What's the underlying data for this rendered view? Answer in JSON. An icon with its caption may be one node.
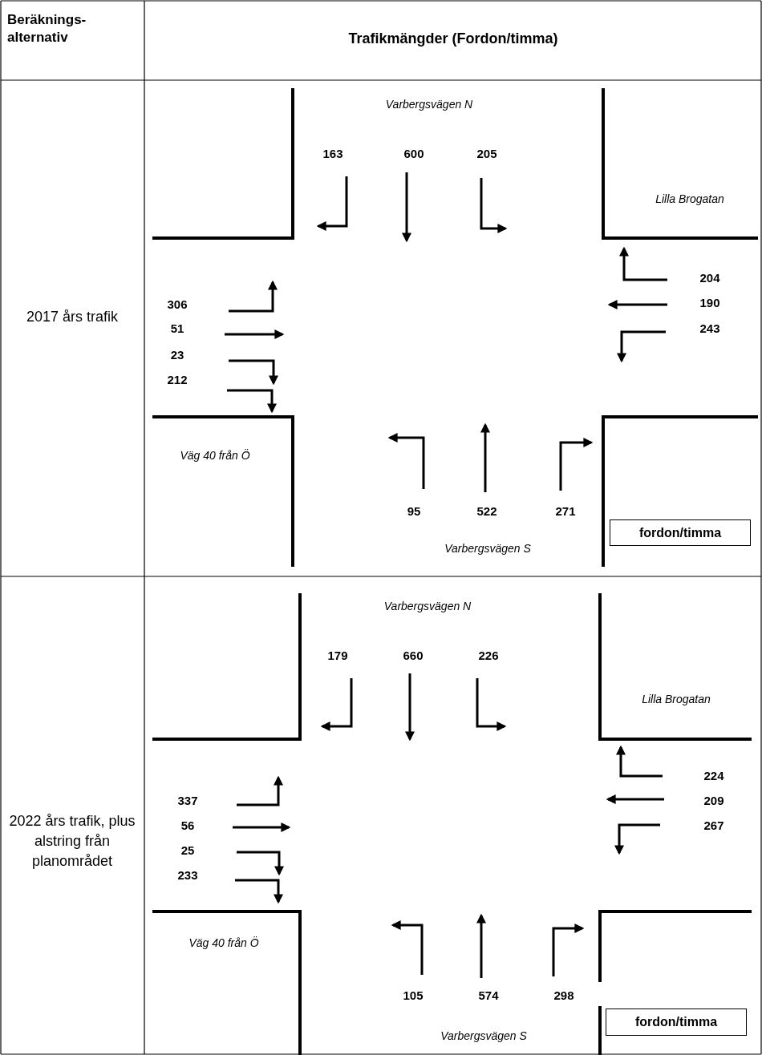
{
  "diagram": {
    "nodes": [
      {
        "text": [
          "fordon/timma"
        ]
      },
      {
        "text": [
          "fordon/timma"
        ]
      }
    ],
    "labels": [
      "Beräknings-alternativ",
      "Trafikmängder (Fordon/timma)",
      "2017 års trafik",
      "Varbergsvägen N",
      "163",
      "600",
      "205",
      "Lilla Brogatan",
      "204",
      "190",
      "243",
      "306",
      "51",
      "23",
      "212",
      "Väg 40 från Ö",
      "95",
      "522",
      "271",
      "Varbergsvägen S",
      "2022 års trafik, plus alstring från planområdet",
      "Varbergsvägen N",
      "179",
      "660",
      "226",
      "Lilla Brogatan",
      "224",
      "209",
      "267",
      "337",
      "56",
      "25",
      "233",
      "Väg 40 från Ö",
      "105",
      "574",
      "298",
      "Varbergsvägen S"
    ]
  }
}
